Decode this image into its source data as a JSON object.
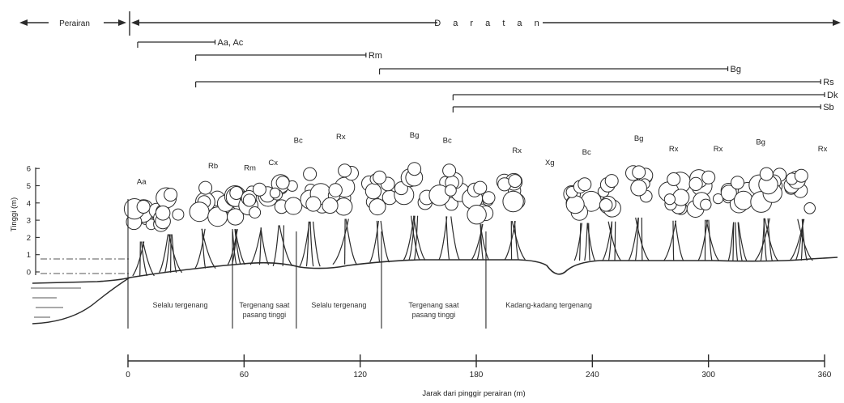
{
  "regions": {
    "sea": "Perairan",
    "land": "D a r a t a n"
  },
  "species_ranges": [
    {
      "label": "Aa, Ac",
      "from": 5,
      "to": 45
    },
    {
      "label": "Rm",
      "from": 35,
      "to": 123
    },
    {
      "label": "Bg",
      "from": 130,
      "to": 310
    },
    {
      "label": "Rs",
      "from": 35,
      "to": 358
    },
    {
      "label": "Dk",
      "from": 168,
      "to": 360
    },
    {
      "label": "Sb",
      "from": 168,
      "to": 358
    }
  ],
  "y_axis": {
    "label": "Tinggi (m)",
    "ticks": [
      "0",
      "1",
      "2",
      "3",
      "4",
      "5",
      "6"
    ]
  },
  "x_axis": {
    "label": "Jarak dari pinggir perairan (m)",
    "ticks": [
      {
        "value": 0,
        "label": "0"
      },
      {
        "value": 60,
        "label": "60"
      },
      {
        "value": 120,
        "label": "120"
      },
      {
        "value": 180,
        "label": "180"
      },
      {
        "value": 240,
        "label": "240"
      },
      {
        "value": 300,
        "label": "300"
      },
      {
        "value": 360,
        "label": "360"
      }
    ]
  },
  "zones": [
    {
      "lines": [
        "Selalu tergenang"
      ],
      "from": 0,
      "to": 54
    },
    {
      "lines": [
        "Tergenang saat",
        "pasang tinggi"
      ],
      "from": 54,
      "to": 87
    },
    {
      "lines": [
        "Selalu tergenang"
      ],
      "from": 87,
      "to": 131
    },
    {
      "lines": [
        "Tergenang saat",
        "pasang tinggi"
      ],
      "from": 131,
      "to": 185
    },
    {
      "lines": [
        "Kadang-kadang tergenang"
      ],
      "from": 185,
      "to": 250
    }
  ],
  "zone_dividers": [
    0,
    54,
    87,
    131,
    185
  ],
  "tree_labels": [
    {
      "text": "Aa",
      "dist": 7,
      "height": 5.1
    },
    {
      "text": "Rb",
      "dist": 44,
      "height": 6.0
    },
    {
      "text": "Rm",
      "dist": 63,
      "height": 5.9
    },
    {
      "text": "Cx",
      "dist": 75,
      "height": 6.2
    },
    {
      "text": "Bc",
      "dist": 88,
      "height": 7.5
    },
    {
      "text": "Rx",
      "dist": 110,
      "height": 7.7
    },
    {
      "text": "Bg",
      "dist": 148,
      "height": 7.8
    },
    {
      "text": "Bc",
      "dist": 165,
      "height": 7.5
    },
    {
      "text": "Rx",
      "dist": 201,
      "height": 6.9
    },
    {
      "text": "Xg",
      "dist": 218,
      "height": 6.2
    },
    {
      "text": "Bc",
      "dist": 237,
      "height": 6.8
    },
    {
      "text": "Bg",
      "dist": 264,
      "height": 7.6
    },
    {
      "text": "Rx",
      "dist": 282,
      "height": 7.0
    },
    {
      "text": "Rx",
      "dist": 305,
      "height": 7.0
    },
    {
      "text": "Bg",
      "dist": 327,
      "height": 7.4
    },
    {
      "text": "Rx",
      "dist": 359,
      "height": 7.0
    }
  ],
  "colors": {
    "ink": "#2b2b2b",
    "foliage": "#ffffff"
  }
}
